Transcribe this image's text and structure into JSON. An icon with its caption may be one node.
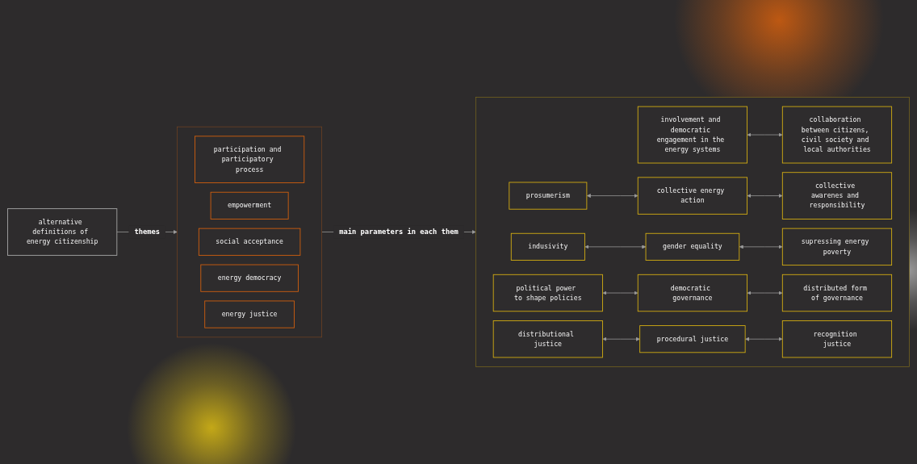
{
  "diagram": {
    "nodes": [
      {
        "text": [
          "alternative definitions of energy citizenship"
        ]
      },
      {
        "text": [],
        "shape": "box"
      },
      {
        "text": [
          "participation and participatory process"
        ],
        "in": 1
      },
      {
        "text": [
          "empowerment"
        ],
        "in": 1
      },
      {
        "text": [
          "social acceptance"
        ],
        "in": 1
      },
      {
        "text": [
          "energy democracy"
        ],
        "in": 1
      },
      {
        "text": [
          "energy justice"
        ],
        "in": 1
      },
      {
        "text": [],
        "shape": "box"
      },
      {
        "text": [
          "involvement and democratic engagement in the energy systems"
        ],
        "in": 7
      },
      {
        "text": [
          "collaboration between citizens, civil society and local authorities"
        ],
        "in": 7
      },
      {
        "text": [
          "prosumerism"
        ],
        "in": 7
      },
      {
        "text": [
          "collective energy action"
        ],
        "in": 7
      },
      {
        "text": [
          "collective awarenes and responsibility"
        ],
        "in": 7
      },
      {
        "text": [
          "indusivity"
        ],
        "in": 7
      },
      {
        "text": [
          "gender equality"
        ],
        "in": 7
      },
      {
        "text": [
          "supressing energy poverty"
        ],
        "in": 7
      },
      {
        "text": [
          "political power to shape policies"
        ],
        "in": 7
      },
      {
        "text": [
          "democratic governance"
        ],
        "in": 7
      },
      {
        "text": [
          "distributed form of governance"
        ],
        "in": 7
      },
      {
        "text": [
          "distributional justice"
        ],
        "in": 7
      },
      {
        "text": [
          "procedural justice"
        ],
        "in": 7
      },
      {
        "text": [
          "recognition justice"
        ],
        "in": 7
      }
    ],
    "edges": [
      {
        "from": 0,
        "to": 1,
        "arrow": "to",
        "label": "themes"
      },
      {
        "from": 1,
        "to": 7,
        "arrow": "to",
        "label": "main parameters in each them"
      },
      {
        "from": 8,
        "to": 9,
        "arrow": "both"
      },
      {
        "from": 10,
        "to": 11,
        "arrow": "both"
      },
      {
        "from": 11,
        "to": 12,
        "arrow": "both"
      },
      {
        "from": 13,
        "to": 14,
        "arrow": "both"
      },
      {
        "from": 14,
        "to": 15,
        "arrow": "both"
      },
      {
        "from": 16,
        "to": 17,
        "arrow": "both"
      },
      {
        "from": 17,
        "to": 18,
        "arrow": "both"
      },
      {
        "from": 19,
        "to": 20,
        "arrow": "both"
      },
      {
        "from": 20,
        "to": 21,
        "arrow": "both"
      }
    ]
  }
}
